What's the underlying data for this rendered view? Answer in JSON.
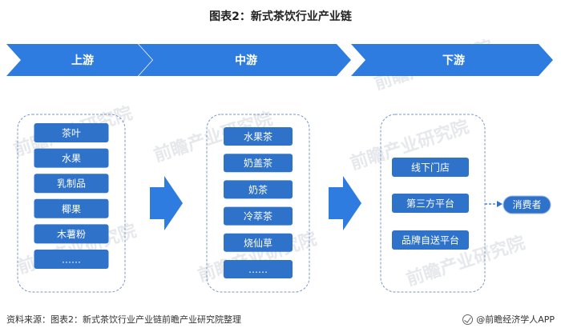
{
  "title": "图表2：新式茶饮行业产业链",
  "stages": [
    {
      "label": "上游"
    },
    {
      "label": "中游"
    },
    {
      "label": "下游"
    }
  ],
  "upstream_items": [
    "茶叶",
    "水果",
    "乳制品",
    "椰果",
    "木薯粉",
    "……"
  ],
  "midstream_items": [
    "水果茶",
    "奶盖茶",
    "奶茶",
    "冷萃茶",
    "烧仙草",
    "……"
  ],
  "downstream_items": [
    "线下门店",
    "第三方平台",
    "品牌自送平台"
  ],
  "consumer": "消费者",
  "watermark": "前瞻产业研究院",
  "footer": {
    "source": "资料来源：图表2：新式茶饮行业产业链前瞻产业研究院整理",
    "brand": "@前瞻经济学人APP"
  },
  "colors": {
    "banner": "#2f7ce0",
    "box": "#2f72c9",
    "border": "#7a97c9",
    "arrow": "#2f7ce0"
  }
}
